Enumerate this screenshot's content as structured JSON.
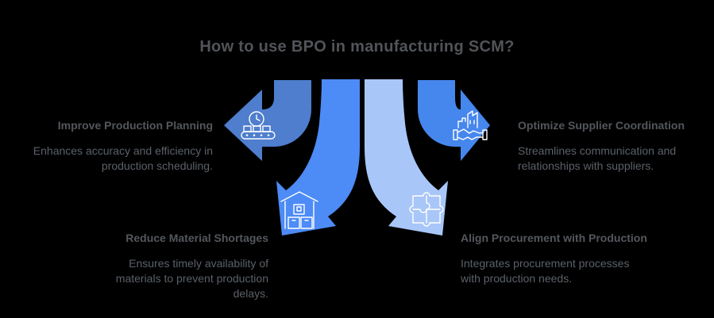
{
  "title": "How to use BPO in manufacturing SCM?",
  "colors": {
    "background": "#000000",
    "title_text": "#515458",
    "heading_text": "#53575c",
    "body_text": "#5b6168",
    "arrow_top_left": "#4e7ecd",
    "arrow_bottom_left": "#4d8bf6",
    "arrow_bottom_right": "#a8c6f8",
    "arrow_top_right": "#4687ee",
    "icon_stroke": "#ffffff"
  },
  "items": [
    {
      "id": "improve-production-planning",
      "heading": "Improve Production Planning",
      "body": "Enhances accuracy and efficiency in production scheduling.",
      "icon": "clock-conveyor-icon",
      "position": "left",
      "arrow_color": "#4e7ecd"
    },
    {
      "id": "optimize-supplier-coordination",
      "heading": "Optimize Supplier Coordination",
      "body": "Streamlines communication and relationships with suppliers.",
      "icon": "factory-handshake-icon",
      "position": "right",
      "arrow_color": "#4687ee"
    },
    {
      "id": "reduce-material-shortages",
      "heading": "Reduce Material Shortages",
      "body": "Ensures timely availability of materials to prevent production delays.",
      "icon": "warehouse-boxes-icon",
      "position": "bottom-left",
      "arrow_color": "#4d8bf6"
    },
    {
      "id": "align-procurement-with-production",
      "heading": "Align Procurement with Production",
      "body": "Integrates procurement processes with production needs.",
      "icon": "puzzle-pieces-icon",
      "position": "bottom-right",
      "arrow_color": "#a8c6f8"
    }
  ]
}
